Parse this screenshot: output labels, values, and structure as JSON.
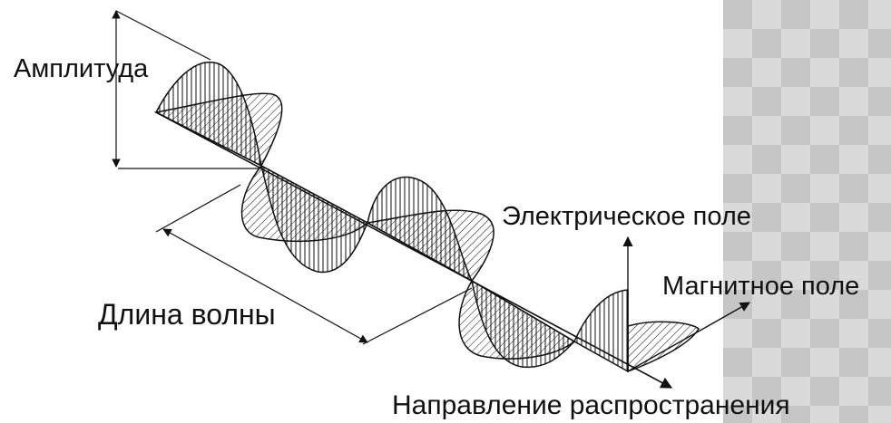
{
  "labels": {
    "amplitude": "Амплитуда",
    "electric_field": "Электрическое поле",
    "magnetic_field": "Магнитное поле",
    "wavelength": "Длина волны",
    "propagation": "Направление распространения"
  },
  "colors": {
    "ink": "#111111",
    "background": "#ffffff",
    "pattern": "#c6c6c6"
  }
}
